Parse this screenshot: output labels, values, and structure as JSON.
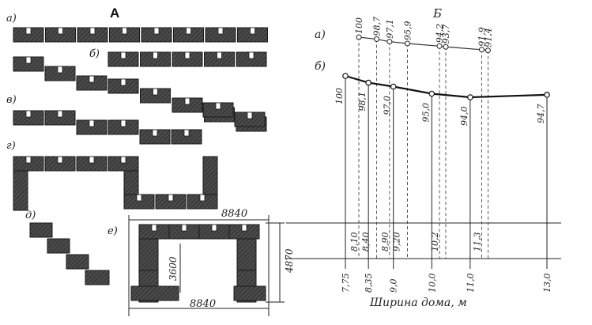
{
  "panel_a": {
    "title": "А",
    "rows": [
      {
        "label": "а)"
      },
      {
        "label": "б)"
      },
      {
        "label": "в)"
      },
      {
        "label": "г)"
      },
      {
        "label": "д)"
      },
      {
        "label": "е)"
      }
    ],
    "dims": {
      "top": "8840",
      "bottom": "8840",
      "inner": "3600",
      "right": "4870"
    }
  },
  "panel_b": {
    "title": "Б",
    "xlabel": "Ширина дома, м",
    "curve_a_label": "а)",
    "curve_b_label": "б)",
    "curve_a": [
      {
        "label": "100",
        "x": 8.1
      },
      {
        "label": "98,7",
        "x": 8.4
      },
      {
        "label": "97,1",
        "x": 8.9
      },
      {
        "label": "95,9",
        "x": 9.2
      },
      {
        "label": "94,2",
        "x": 10.2
      },
      {
        "label": "93,7",
        "x": 10.2
      },
      {
        "label": "91,9",
        "x": 11.3
      },
      {
        "label": "91,4",
        "x": 11.3
      }
    ],
    "curve_b": [
      {
        "label": "100",
        "x": 7.75
      },
      {
        "label": "98,1",
        "x": 8.35
      },
      {
        "label": "97,0",
        "x": 9.0
      },
      {
        "label": "95,0",
        "x": 10.0
      },
      {
        "label": "94,0",
        "x": 11.0
      },
      {
        "label": "94,7",
        "x": 13.0
      }
    ],
    "upper_scale": [
      "8,10",
      "8,40",
      "8,90",
      "9,20",
      "10,2",
      "11,3"
    ],
    "lower_scale": [
      "7,75",
      "8,35",
      "9,0",
      "10,0",
      "11,0",
      "13,0"
    ]
  }
}
